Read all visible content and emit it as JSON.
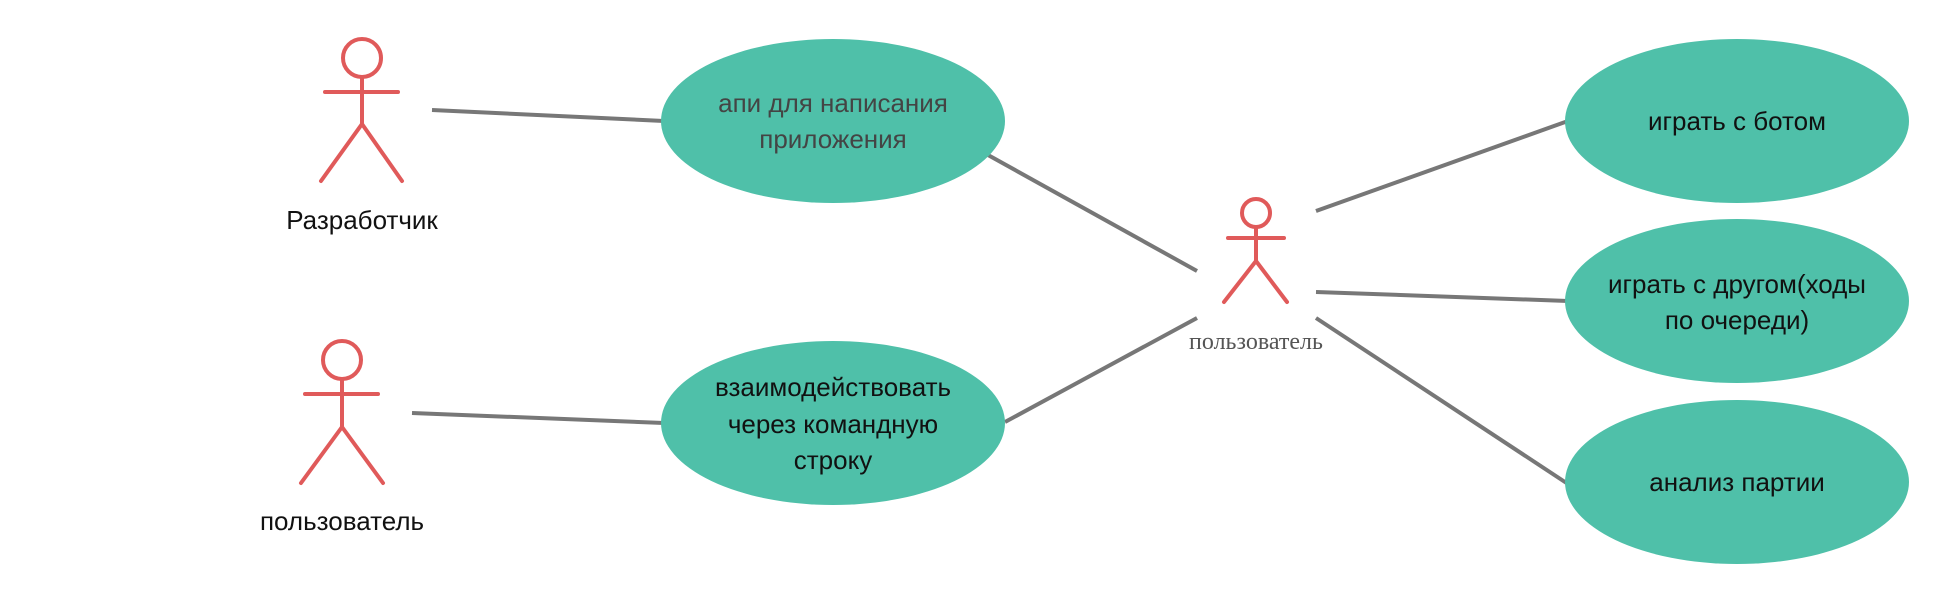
{
  "actors": {
    "developer": {
      "label": "Разработчик"
    },
    "user_left": {
      "label": "пользователь"
    },
    "user_center": {
      "label": "пользователь"
    }
  },
  "use_cases": {
    "api": {
      "lines": [
        "апи для написания",
        "приложения"
      ]
    },
    "cli": {
      "lines": [
        "взаимодействовать",
        "через командную",
        "строку"
      ]
    },
    "bot": {
      "lines": [
        "играть с ботом"
      ]
    },
    "friend": {
      "lines": [
        "играть с другом(ходы",
        "по очереди)"
      ]
    },
    "analysis": {
      "lines": [
        "анализ партии"
      ]
    }
  },
  "colors": {
    "actor": "#e05a5a",
    "use_case_fill": "#4fc0a9",
    "association": "#777777"
  }
}
